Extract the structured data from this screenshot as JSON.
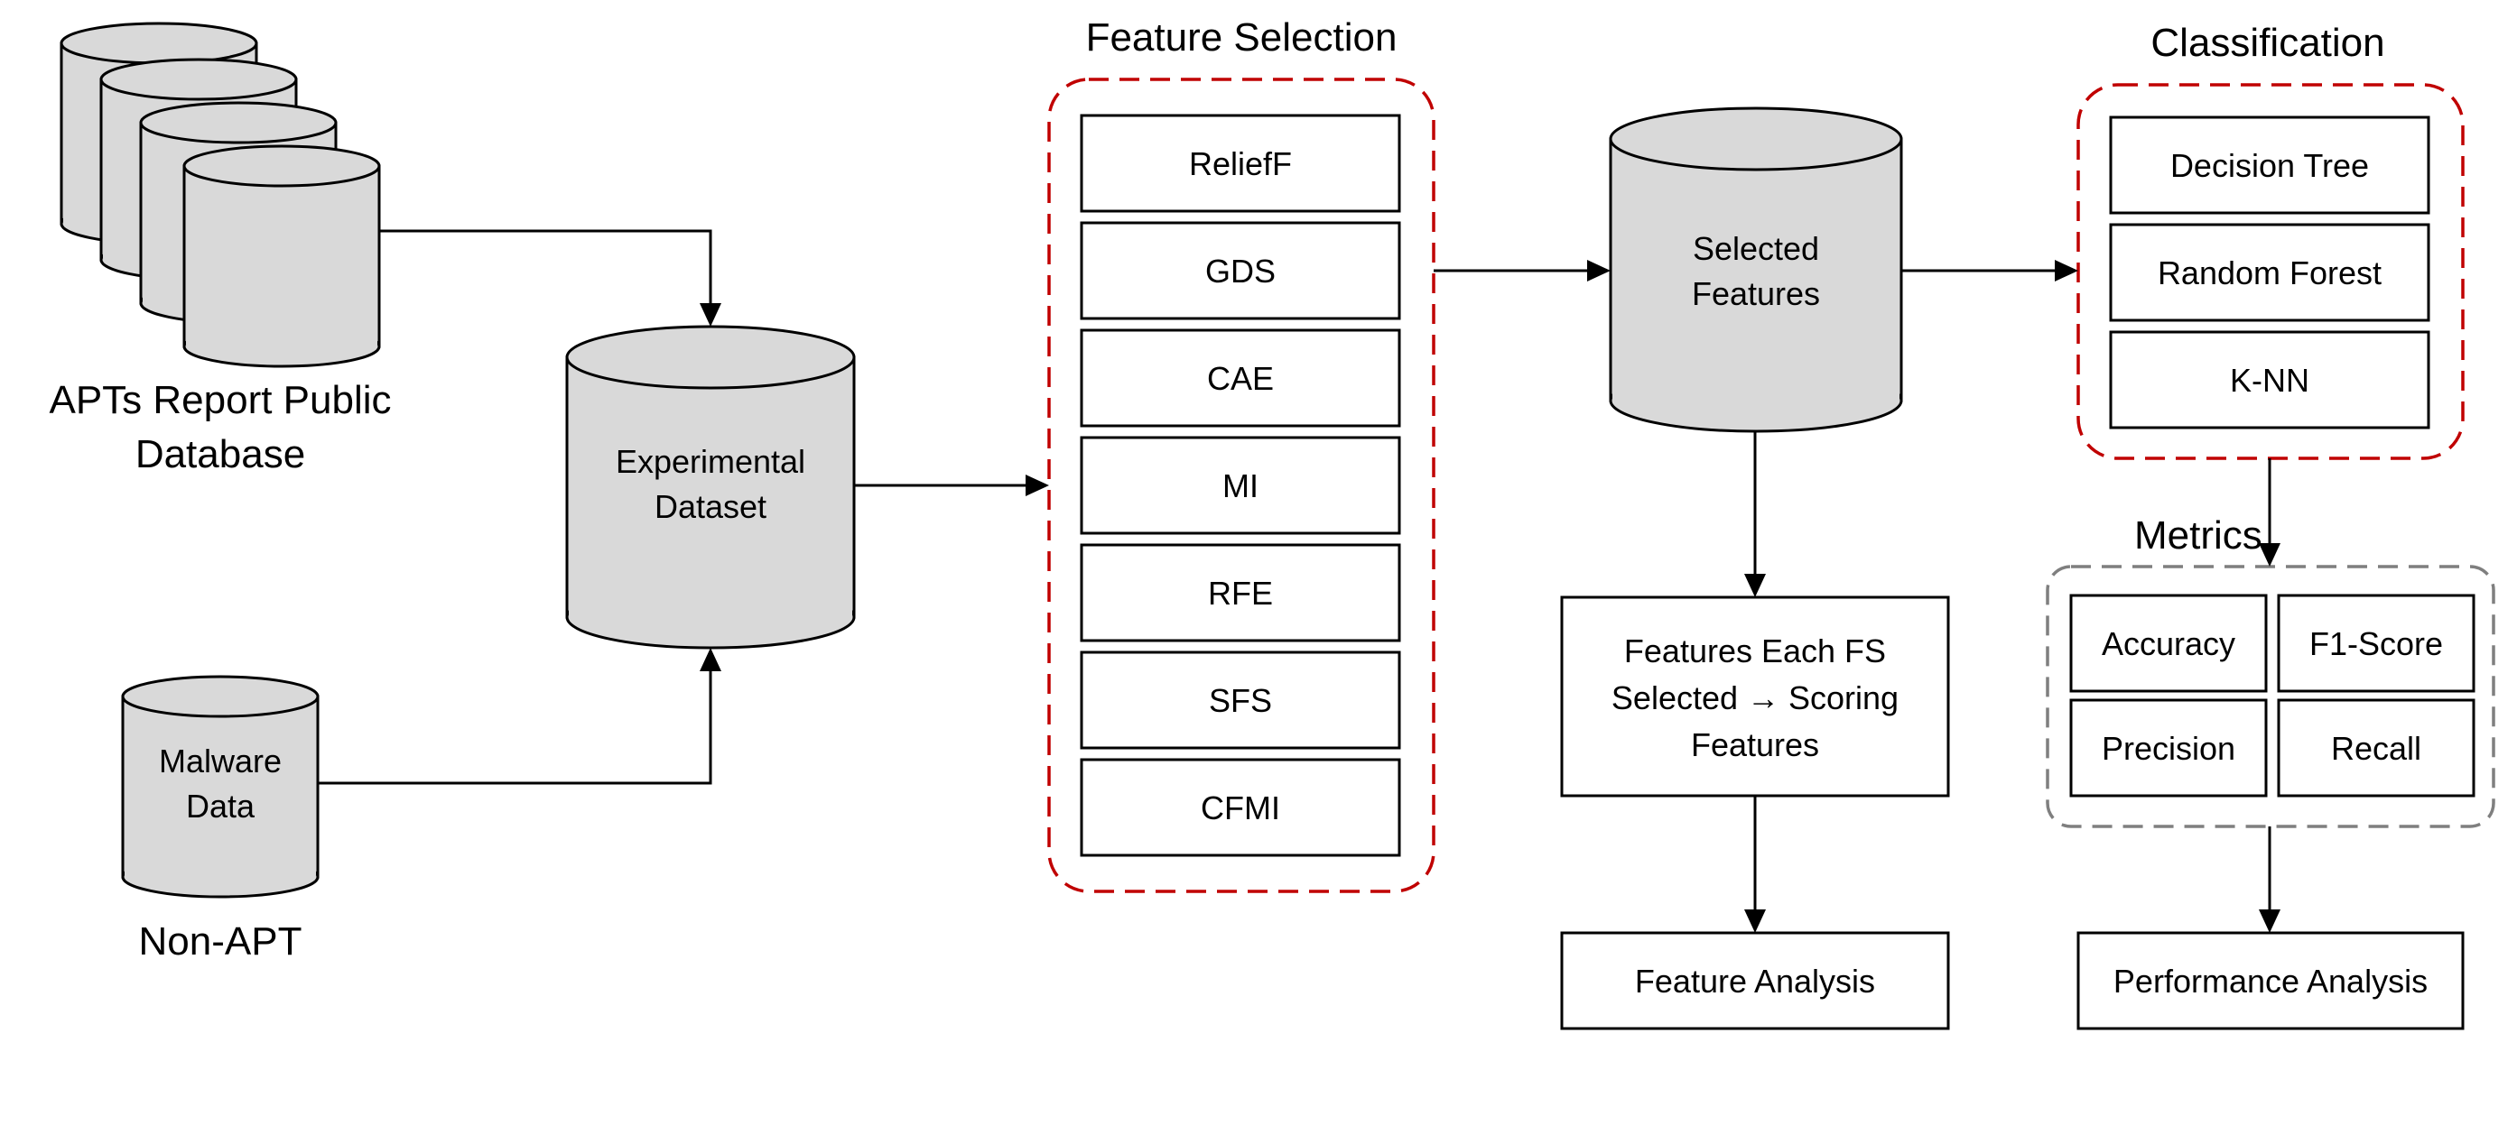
{
  "sources": {
    "apt_db_label_line1": "APTs Report Public",
    "apt_db_label_line2": "Database",
    "malware_line1": "Malware",
    "malware_line2": "Data",
    "non_apt_label": "Non-APT"
  },
  "experimental_dataset": {
    "line1": "Experimental",
    "line2": "Dataset"
  },
  "feature_selection": {
    "title": "Feature Selection",
    "methods": [
      "ReliefF",
      "GDS",
      "CAE",
      "MI",
      "RFE",
      "SFS",
      "CFMI"
    ]
  },
  "selected_features": {
    "line1": "Selected",
    "line2": "Features"
  },
  "scoring": {
    "line1": "Features Each FS",
    "line2": "Selected → Scoring",
    "line3": "Features"
  },
  "feature_analysis": "Feature Analysis",
  "classification": {
    "title": "Classification",
    "models": [
      "Decision Tree",
      "Random Forest",
      "K-NN"
    ]
  },
  "metrics": {
    "title": "Metrics",
    "items": [
      "Accuracy",
      "F1-Score",
      "Precision",
      "Recall"
    ]
  },
  "performance_analysis": "Performance Analysis"
}
